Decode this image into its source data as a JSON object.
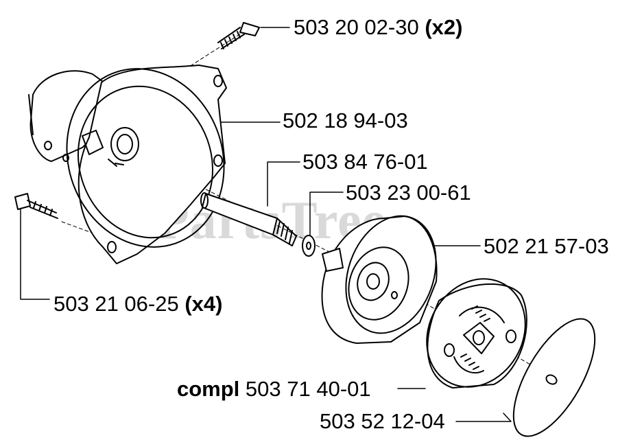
{
  "watermark": "PartsTree",
  "parts": [
    {
      "number": "503 20 02-30",
      "qty": "(x2)",
      "prefix": ""
    },
    {
      "number": "502 18 94-03",
      "qty": "",
      "prefix": ""
    },
    {
      "number": "503 84 76-01",
      "qty": "",
      "prefix": ""
    },
    {
      "number": "503 23 00-61",
      "qty": "",
      "prefix": ""
    },
    {
      "number": "502 21 57-03",
      "qty": "",
      "prefix": ""
    },
    {
      "number": "503 21 06-25",
      "qty": "(x4)",
      "prefix": ""
    },
    {
      "number": "503 71 40-01",
      "qty": "",
      "prefix": "compl"
    },
    {
      "number": "503 52 12-04",
      "qty": "",
      "prefix": ""
    }
  ]
}
